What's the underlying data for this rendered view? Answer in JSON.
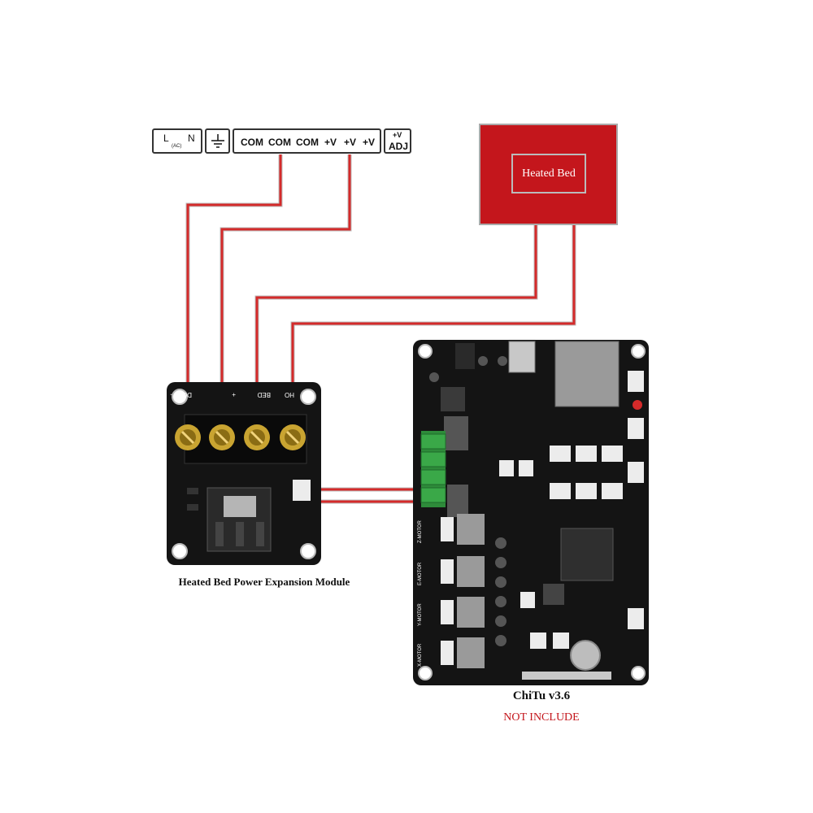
{
  "psu": {
    "live": "L",
    "ac": "(AC)",
    "neutral": "N",
    "com_labels": [
      "COM",
      "COM",
      "COM"
    ],
    "v_labels": [
      "+V",
      "+V",
      "+V"
    ],
    "adj_top": "+V",
    "adj_bottom": "ADJ"
  },
  "heated_bed": {
    "label": "Heated Bed",
    "color": "#c4161c"
  },
  "module": {
    "terminal_labels": [
      "DC IN -",
      "+",
      "BED",
      "HO"
    ],
    "caption": "Heated Bed Power Expansion Module"
  },
  "board": {
    "motor_labels": [
      "Z-MOTOR",
      "E-MOTOR",
      "Y-MOTOR",
      "X-MOTOR"
    ],
    "caption": "ChiTu v3.6",
    "note": "NOT INCLUDE"
  },
  "colors": {
    "wire": "#d42a2a",
    "pcb": "#141414",
    "screw": "#c9a431"
  }
}
